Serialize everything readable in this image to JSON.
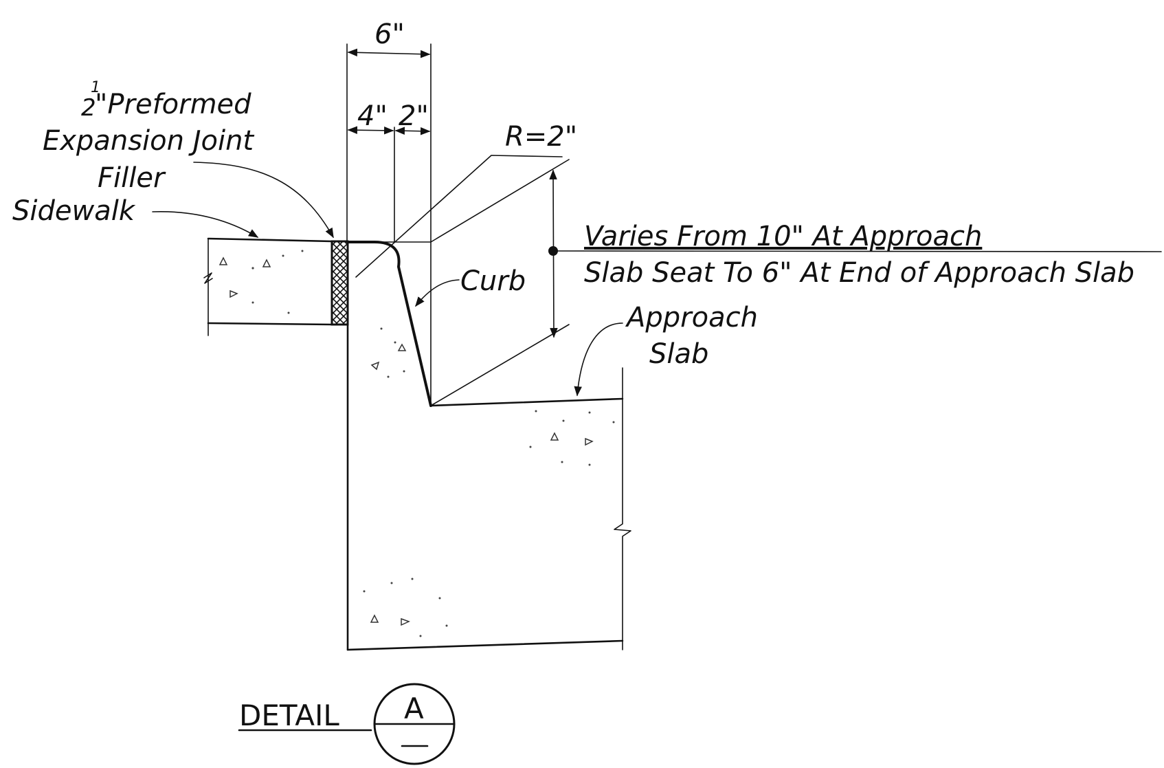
{
  "title": "DETAIL",
  "detail_letter": "A",
  "dimensions": {
    "overall_width": "6\"",
    "part_left": "4\"",
    "part_right": "2\"",
    "radius": "R=2\""
  },
  "labels": {
    "joint_fraction_num": "1",
    "joint_fraction_den": "2",
    "joint_line1": "\"Preformed",
    "joint_line2": "Expansion Joint",
    "joint_line3": "Filler",
    "sidewalk": "Sidewalk",
    "curb": "Curb",
    "approach_line1": "Approach",
    "approach_line2": "Slab",
    "varies_line1": "Varies From 10\" At Approach",
    "varies_line2": "Slab Seat To 6\" At End of Approach Slab"
  }
}
